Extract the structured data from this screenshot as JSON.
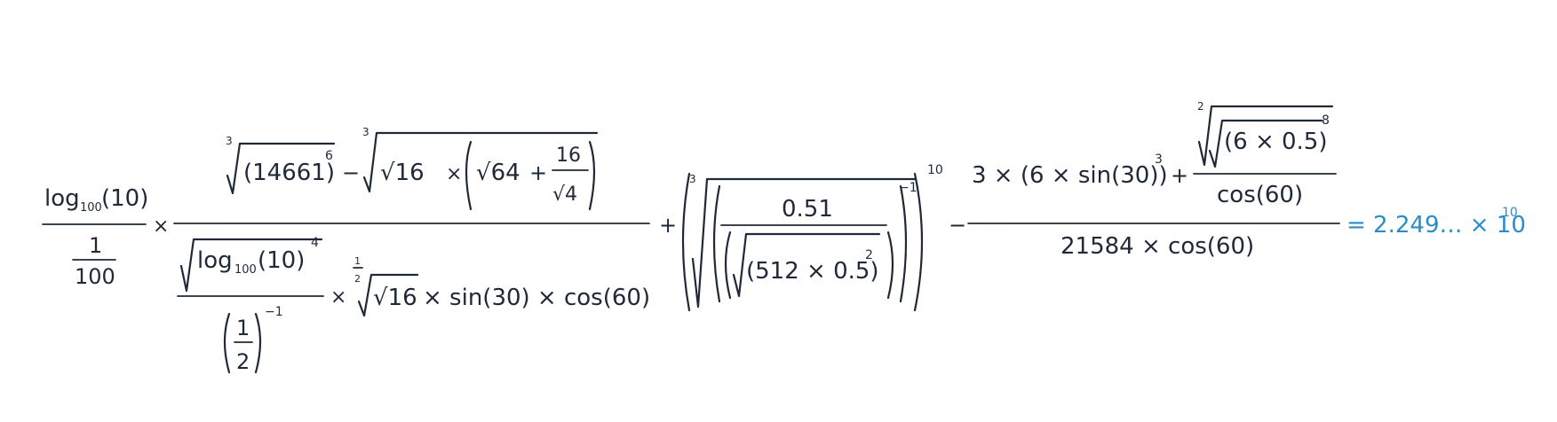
{
  "expression": {
    "term1": {
      "log_base": "log",
      "log_sub": "100",
      "log_arg": "(10)",
      "den_one": "1",
      "den_hundred": "100",
      "times": "×"
    },
    "big_fraction": {
      "numerator": {
        "cbrt_index": "3",
        "base": "(14661)",
        "exp6": "6",
        "minus": "−",
        "cbrt_index2": "3",
        "sqrt16": "√16",
        "times": "×",
        "sqrt64": "√64",
        "plus": "+",
        "sixteen": "16",
        "sqrt4": "√4"
      },
      "denominator": {
        "log": "log",
        "log_sub": "100",
        "log_arg": "(10)",
        "exp4": "4",
        "half_num": "1",
        "half_den": "2",
        "exp_neg1": "−1",
        "times1": "×",
        "root_idx_num": "1",
        "root_idx_den": "2",
        "sqrt16": "√16",
        "sin_part": "× sin(30) × cos(60)"
      }
    },
    "plus": "+",
    "term3": {
      "cbrt_index": "3",
      "num": "0.51",
      "inner": "(512 × 0.5)",
      "exp2": "2",
      "exp_neg1": "−1",
      "exp10": "10"
    },
    "minus": "−",
    "term4": {
      "num_left": "3 × (6 × sin(30))",
      "exp3": "3",
      "plus": "+",
      "root_index": "2",
      "inner": "(6 × 0.5)",
      "exp8": "8",
      "cos60": "cos(60)",
      "denominator": "21584 × cos(60)"
    },
    "result": "= 2.249… × 10",
    "result_exp": "10"
  },
  "colors": {
    "text": "#1f2937",
    "result": "#2b8ccc"
  }
}
